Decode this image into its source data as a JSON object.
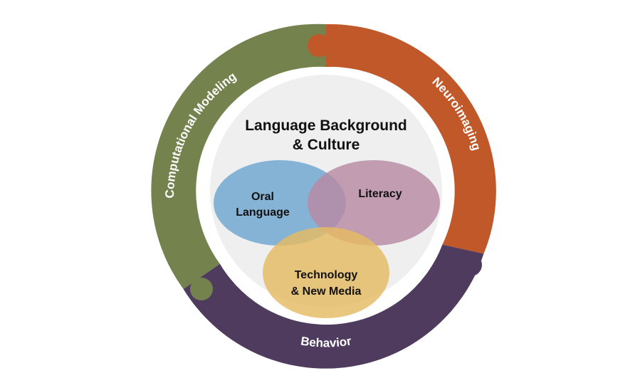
{
  "colors": {
    "computational_modeling": "#74834e",
    "neuroimaging": "#c0582a",
    "behavior": "#4e3b5e",
    "inner_disc": "#efefef",
    "oral_language": "#6ea6cf",
    "literacy": "#b88aa3",
    "technology": "#e5bb62"
  },
  "outer_ring": {
    "computational_modeling": "Computational Modeling",
    "neuroimaging": "Neuroimaging",
    "behavior": "Behavior"
  },
  "center": {
    "title_line1": "Language Background",
    "title_line2": "& Culture"
  },
  "venn": {
    "oral_language_line1": "Oral",
    "oral_language_line2": "Language",
    "literacy": "Literacy",
    "technology_line1": "Technology",
    "technology_line2": "& New Media"
  }
}
